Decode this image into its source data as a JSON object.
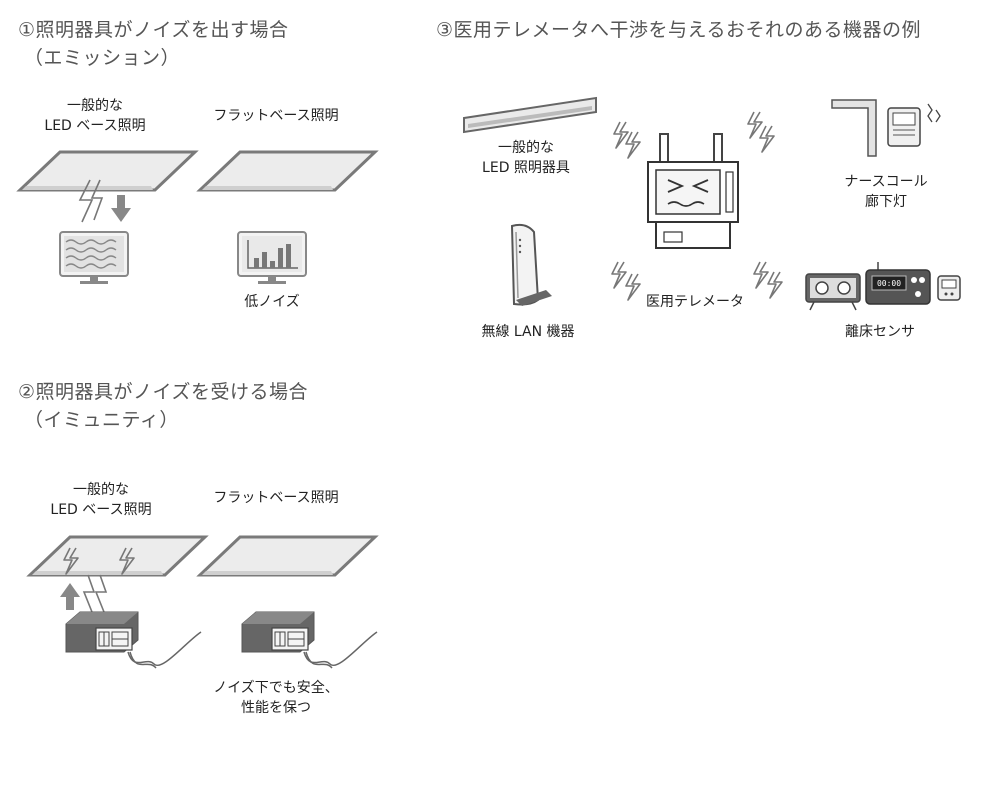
{
  "section1": {
    "title": "①照明器具がノイズを出す場合",
    "subtitle": "（エミッション）",
    "general_light_line1": "一般的な",
    "general_light_line2": "LED ベース照明",
    "flat_light": "フラットベース照明",
    "low_noise": "低ノイズ"
  },
  "section2": {
    "title": "②照明器具がノイズを受ける場合",
    "subtitle": "（イミュニティ）",
    "general_light_line1": "一般的な",
    "general_light_line2": "LED ベース照明",
    "flat_light": "フラットベース照明",
    "safe_line1": "ノイズ下でも安全、",
    "safe_line2": "性能を保つ"
  },
  "section3": {
    "title": "③医用テレメータへ干渉を与えるおそれのある機器の例",
    "led_line1": "一般的な",
    "led_line2": "LED 照明器具",
    "nurse_call_line1": "ナースコール",
    "nurse_call_line2": "廊下灯",
    "telemeter": "医用テレメータ",
    "wireless_lan": "無線 LAN 機器",
    "bed_sensor": "離床センサ",
    "clock_text": "00:00"
  },
  "colors": {
    "line": "#777777",
    "fill": "#ebebeb",
    "heading": "#555555"
  }
}
